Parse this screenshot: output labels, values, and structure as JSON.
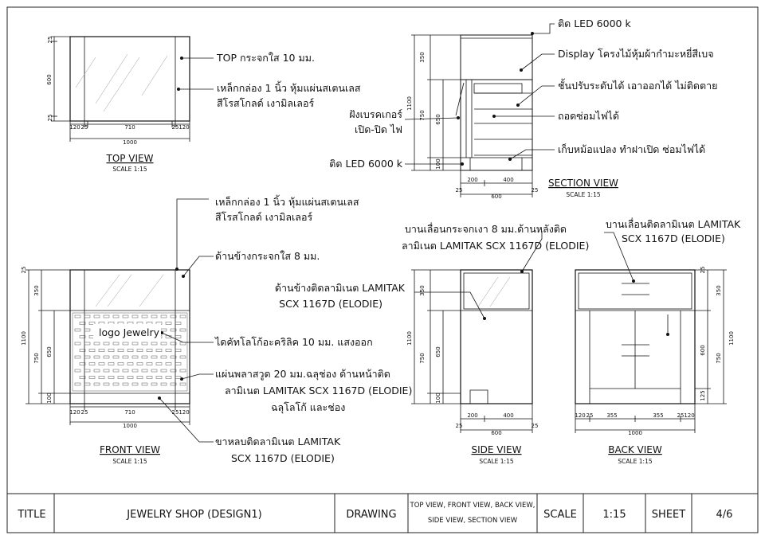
{
  "views": {
    "top": {
      "title": "TOP VIEW",
      "scale": "SCALE 1:15",
      "dims": {
        "w_total": "1000",
        "w_mid": "710",
        "w_l1": "120",
        "w_l2": "25",
        "w_r1": "25",
        "w_r2": "120",
        "h_total": "600",
        "h_a": "25",
        "h_b": "25"
      },
      "labels": [
        "TOP กระจกใส 10 มม.",
        "เหล็กกล่อง 1 นิ้ว หุ้มแผ่นสเตนเลส",
        "สีโรสโกลด์ เงามิลเลอร์"
      ]
    },
    "section": {
      "title": "SECTION VIEW",
      "scale": "SCALE 1:15",
      "dims": {
        "h_total": "1100",
        "h_350": "350",
        "h_650": "650",
        "h_100": "100",
        "h_750": "750",
        "w_total": "600",
        "w_200": "200",
        "w_400": "400",
        "w_25": "25",
        "w_25b": "25"
      },
      "labels": [
        "ติด LED 6000 k",
        "Display โครงไม้หุ้มผ้ากำมะหยี่สีเบจ",
        "ชั้นปรับระดับได้ เอาออกได้ ไม่ติดตาย",
        "ถอดซ่อมไฟได้",
        "เก็บหม้อแปลง ทำฝาเปิด ซ่อมไฟได้"
      ],
      "left_labels": [
        "ฝังเบรคเกอร์",
        "เปิด-ปิด ไฟ",
        "ติด LED 6000 k"
      ]
    },
    "front": {
      "title": "FRONT VIEW",
      "scale": "SCALE 1:15",
      "dims": {
        "w_total": "1000",
        "w_mid": "710",
        "w_l1": "120",
        "w_l2": "25",
        "w_r1": "25",
        "w_r2": "120",
        "h_total": "1100",
        "h_350": "350",
        "h_750": "750",
        "h_650": "650",
        "h_100": "100",
        "h_25": "25"
      },
      "logo_text": "logo Jewelry",
      "labels": [
        "เหล็กกล่อง 1 นิ้ว หุ้มแผ่นสเตนเลส",
        "สีโรสโกลด์ เงามิลเลอร์",
        "ด้านข้างกระจกใส 8 มม.",
        "ไดคัทโลโก้อะคริลิค 10 มม. แสงออก",
        "แผ่นพลาสวูด 20 มม.ฉลุช่อง ด้านหน้าติด",
        "ลามิเนต LAMITAK SCX 1167D (ELODIE)",
        "ฉลุโลโก้ และช่อง",
        "ขาหลบติดลามิเนต LAMITAK",
        "SCX 1167D (ELODIE)"
      ]
    },
    "side": {
      "title": "SIDE VIEW",
      "scale": "SCALE 1:15",
      "dims": {
        "h_total": "1100",
        "h_350": "350",
        "h_750": "750",
        "h_650": "650",
        "h_100": "100",
        "w_total": "600",
        "w_200": "200",
        "w_400": "400",
        "w_25": "25",
        "w_25b": "25"
      },
      "labels": [
        "บานเลื่อนกระจกเงา 8 มม.ด้านหลังติด",
        "ลามิเนต LAMITAK SCX 1167D (ELODIE)",
        "ด้านข้างติดลามิเนต LAMITAK",
        "SCX 1167D (ELODIE)"
      ]
    },
    "back": {
      "title": "BACK VIEW",
      "scale": "SCALE 1:15",
      "dims": {
        "w_total": "1000",
        "w_355a": "355",
        "w_355b": "355",
        "w_l1": "120",
        "w_l2": "25",
        "w_r1": "25",
        "w_r2": "120",
        "h_total": "1100",
        "h_350": "350",
        "h_600": "600",
        "h_750": "750",
        "h_125": "125",
        "h_25": "25"
      },
      "labels": [
        "บานเลื่อนติดลามิเนต LAMITAK",
        "SCX 1167D (ELODIE)"
      ]
    }
  },
  "titleblock": {
    "title_label": "TITLE",
    "title_value": "JEWELRY SHOP (DESIGN1)",
    "drawing_label": "DRAWING",
    "drawing_value_1": "TOP VIEW, FRONT VIEW, BACK VIEW,",
    "drawing_value_2": "SIDE VIEW, SECTION VIEW",
    "scale_label": "SCALE",
    "scale_value": "1:15",
    "sheet_label": "SHEET",
    "sheet_value": "4/6"
  }
}
